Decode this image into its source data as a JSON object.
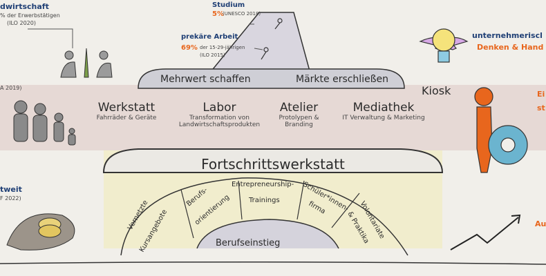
{
  "top_left": {
    "title_fragment": "dwirtschaft",
    "line2": "% der Erwerbstätigen",
    "line3": "(ILO 2020)"
  },
  "left_mid": {
    "fragment": "A 2019)"
  },
  "left_low": {
    "title_fragment": "tweit",
    "line2": "F 2022)"
  },
  "mountain": {
    "studium_label": "Studium",
    "studium_value": "5%",
    "studium_source": "(UNESCO 2018)",
    "prekaer_label": "prekäre Arbeit",
    "prekaer_value": "69%",
    "prekaer_detail": "der 15-29-jährigen",
    "prekaer_source": "(ILO 2015)"
  },
  "upper_band": {
    "left": "Mehrwert schaffen",
    "right": "Märkte erschließen"
  },
  "kiosk": "Kiosk",
  "workshops": [
    {
      "title": "Werkstatt",
      "sub1": "Fahrräder & Geräte",
      "sub2": ""
    },
    {
      "title": "Labor",
      "sub1": "Transformation von",
      "sub2": "Landwirtschaftsprodukten"
    },
    {
      "title": "Atelier",
      "sub1": "Protolypen &",
      "sub2": "Branding"
    },
    {
      "title": "Mediathek",
      "sub1": "IT Verwaltung & Marketing",
      "sub2": ""
    }
  ],
  "main_title": "Fortschrittswerkstatt",
  "arch": {
    "vernetzte": "Vernetzte",
    "kursangebote": "Kursangebote",
    "berufs": "Berufs-",
    "orientierung": "orientierung",
    "entrepreneurship": "Entrepreneurship-",
    "trainings": "Trainings",
    "schueler": "Schüler*innen-",
    "firma": "firma",
    "volontariate": "Volontariate",
    "praktika": "& Praktika"
  },
  "berufseinstieg": "Berufseinstieg",
  "right_top": {
    "line1": "unternehmeriscl",
    "line2": "Denken & Hand"
  },
  "right_mid": {
    "line1": "Ei",
    "line2": "st"
  },
  "right_low": {
    "fragment": "Au"
  },
  "colors": {
    "accent_orange": "#e8661d",
    "navy": "#1f3f75",
    "band_pink": "#e4d6d3",
    "band_yellow": "#f1ecc8",
    "ink": "#2b2b2b"
  }
}
